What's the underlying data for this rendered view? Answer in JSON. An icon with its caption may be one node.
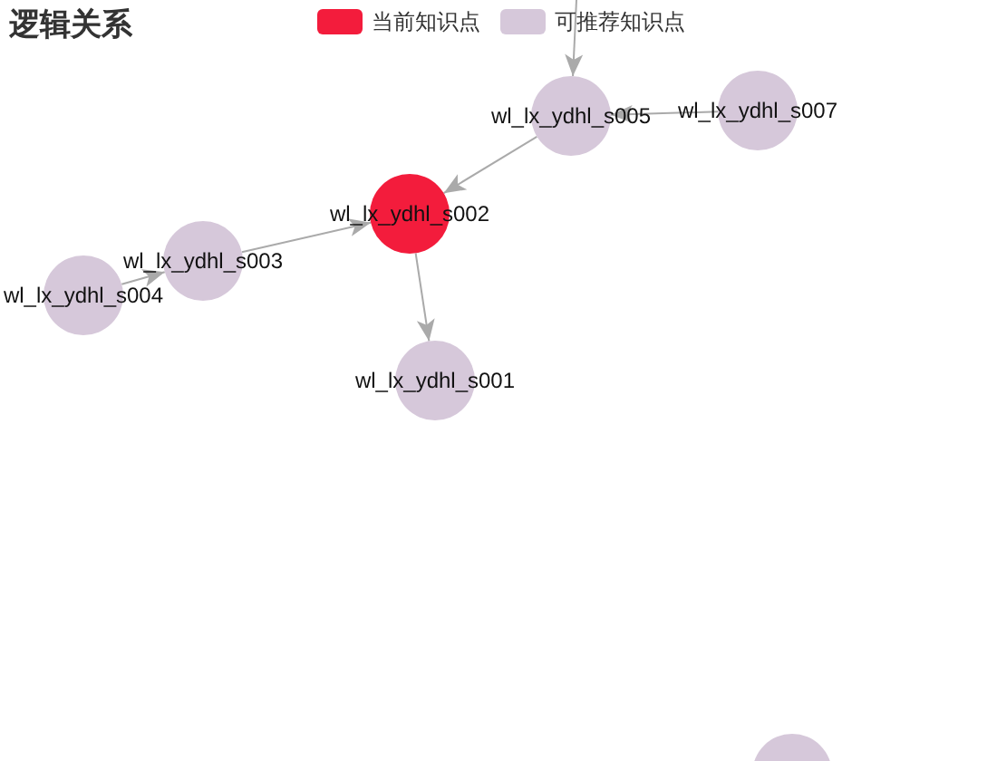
{
  "diagram": {
    "title": "逻辑关系",
    "nodes": [
      {
        "text": [
          "wl_lx_ydhl_s005"
        ]
      },
      {
        "text": [
          "wl_lx_ydhl_s007"
        ]
      },
      {
        "text": [
          "wl_lx_ydhl_s002"
        ]
      },
      {
        "text": [
          "wl_lx_ydhl_s003"
        ]
      },
      {
        "text": [
          "wl_lx_ydhl_s004"
        ]
      },
      {
        "text": [
          "wl_lx_ydhl_s001"
        ]
      },
      {
        "text": [],
        "shape": "circle"
      }
    ],
    "edges": [
      {
        "from": null,
        "to": 0,
        "arrow": "to"
      },
      {
        "from": 1,
        "to": 0,
        "arrow": "to"
      },
      {
        "from": 0,
        "to": 2,
        "arrow": "to"
      },
      {
        "from": 3,
        "to": 2,
        "arrow": "to"
      },
      {
        "from": 4,
        "to": 3,
        "arrow": "to"
      },
      {
        "from": 2,
        "to": 5,
        "arrow": "to"
      }
    ],
    "legend": [
      {
        "text": "当前知识点",
        "color": "#f31c3c"
      },
      {
        "text": "可推荐知识点",
        "color": "#d6c8da"
      }
    ]
  }
}
